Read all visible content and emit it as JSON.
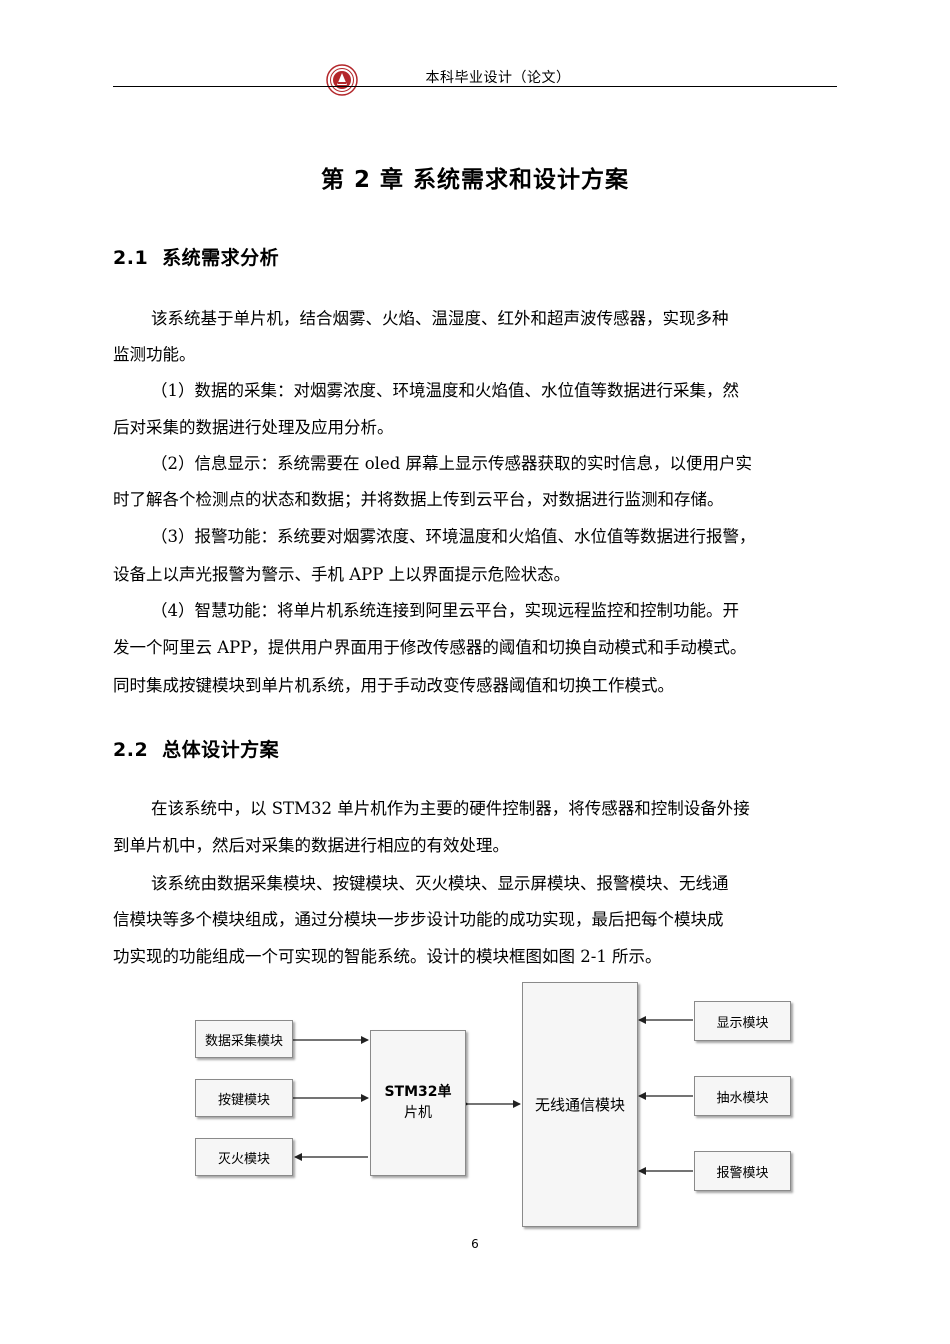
{
  "header": {
    "title": "本科毕业设计（论文）",
    "logo_icon": "university-seal-icon",
    "logo_color": "#b3262a"
  },
  "chapter": {
    "title": "第 2 章  系统需求和设计方案"
  },
  "section_1": {
    "number": "2.1",
    "title": "系统需求分析",
    "lines": [
      "该系统基于单片机，结合烟雾、火焰、温湿度、红外和超声波传感器，实现多种",
      "监测功能。",
      "（1）数据的采集：对烟雾浓度、环境温度和火焰值、水位值等数据进行采集，然",
      "后对采集的数据进行处理及应用分析。",
      "（2）信息显示：系统需要在 oled 屏幕上显示传感器获取的实时信息，以便用户实",
      "时了解各个检测点的状态和数据；并将数据上传到云平台，对数据进行监测和存储。",
      "（3）报警功能：系统要对烟雾浓度、环境温度和火焰值、水位值等数据进行报警，",
      "设备上以声光报警为警示、手机 APP 上以界面提示危险状态。",
      "（4）智慧功能：将单片机系统连接到阿里云平台，实现远程监控和控制功能。开",
      "发一个阿里云 APP，提供用户界面用于修改传感器的阈值和切换自动模式和手动模式。",
      "同时集成按键模块到单片机系统，用于手动改变传感器阈值和切换工作模式。"
    ]
  },
  "section_2": {
    "number": "2.2",
    "title": "总体设计方案",
    "lines": [
      "在该系统中，以 STM32 单片机作为主要的硬件控制器，将传感器和控制设备外接",
      "到单片机中，然后对采集的数据进行相应的有效处理。",
      "该系统由数据采集模块、按键模块、灭火模块、显示屏模块、报警模块、无线通",
      "信模块等多个模块组成，通过分模块一步步设计功能的成功实现，最后把每个模块成",
      "功实现的功能组成一个可实现的智能系统。设计的模块框图如图 2-1 所示。"
    ]
  },
  "diagram": {
    "data_collection": "数据采集模块",
    "keys": "按键模块",
    "fire_extinguish": "灭火模块",
    "mcu_line1": "STM32单",
    "mcu_line2": "片机",
    "wireless": "无线通信模块",
    "display": "显示模块",
    "pump": "抽水模块",
    "alarm": "报警模块"
  },
  "page_number": "6"
}
